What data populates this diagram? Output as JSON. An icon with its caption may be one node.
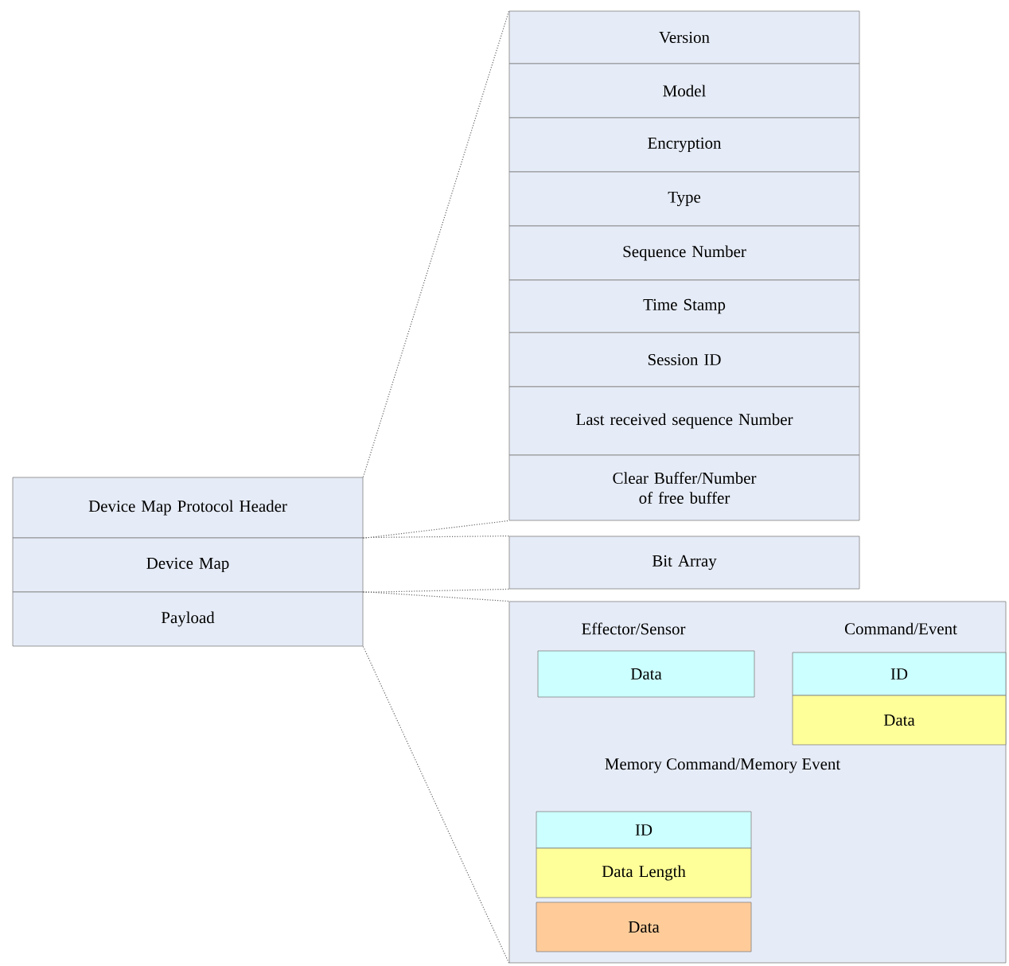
{
  "diagram": {
    "nodes": [
      {
        "text": [
          "Device Map Protocol Header"
        ]
      },
      {
        "text": [
          "Device Map"
        ]
      },
      {
        "text": [
          "Payload"
        ]
      },
      {
        "text": [
          "Version"
        ]
      },
      {
        "text": [
          "Model"
        ]
      },
      {
        "text": [
          "Encryption"
        ]
      },
      {
        "text": [
          "Type"
        ]
      },
      {
        "text": [
          "Sequence Number"
        ]
      },
      {
        "text": [
          "Time Stamp"
        ]
      },
      {
        "text": [
          "Session ID"
        ]
      },
      {
        "text": [
          "Last received sequence Number"
        ]
      },
      {
        "text": [
          "Clear Buffer/Number of free buffer"
        ]
      },
      {
        "text": [
          "Bit Array"
        ]
      },
      {
        "text": [],
        "shape": "box"
      },
      {
        "text": [
          "Data"
        ],
        "in": 13
      },
      {
        "text": [
          "ID"
        ],
        "in": 13
      },
      {
        "text": [
          "Data"
        ],
        "in": 13
      },
      {
        "text": [
          "ID"
        ],
        "in": 13
      },
      {
        "text": [
          "Data Length"
        ],
        "in": 13
      },
      {
        "text": [
          "Data"
        ],
        "in": 13
      }
    ],
    "edges": [
      {
        "from": 0,
        "to": 3,
        "arrow": "none"
      },
      {
        "from": 0,
        "to": 11,
        "arrow": "none"
      },
      {
        "from": 1,
        "to": 12,
        "arrow": "none"
      },
      {
        "from": 1,
        "to": 12,
        "arrow": "none"
      },
      {
        "from": 2,
        "to": 13,
        "arrow": "none"
      },
      {
        "from": 2,
        "to": 13,
        "arrow": "none"
      }
    ],
    "labels": [
      "Effector/Sensor",
      "Command/Event",
      "Memory Command/Memory Event"
    ]
  }
}
